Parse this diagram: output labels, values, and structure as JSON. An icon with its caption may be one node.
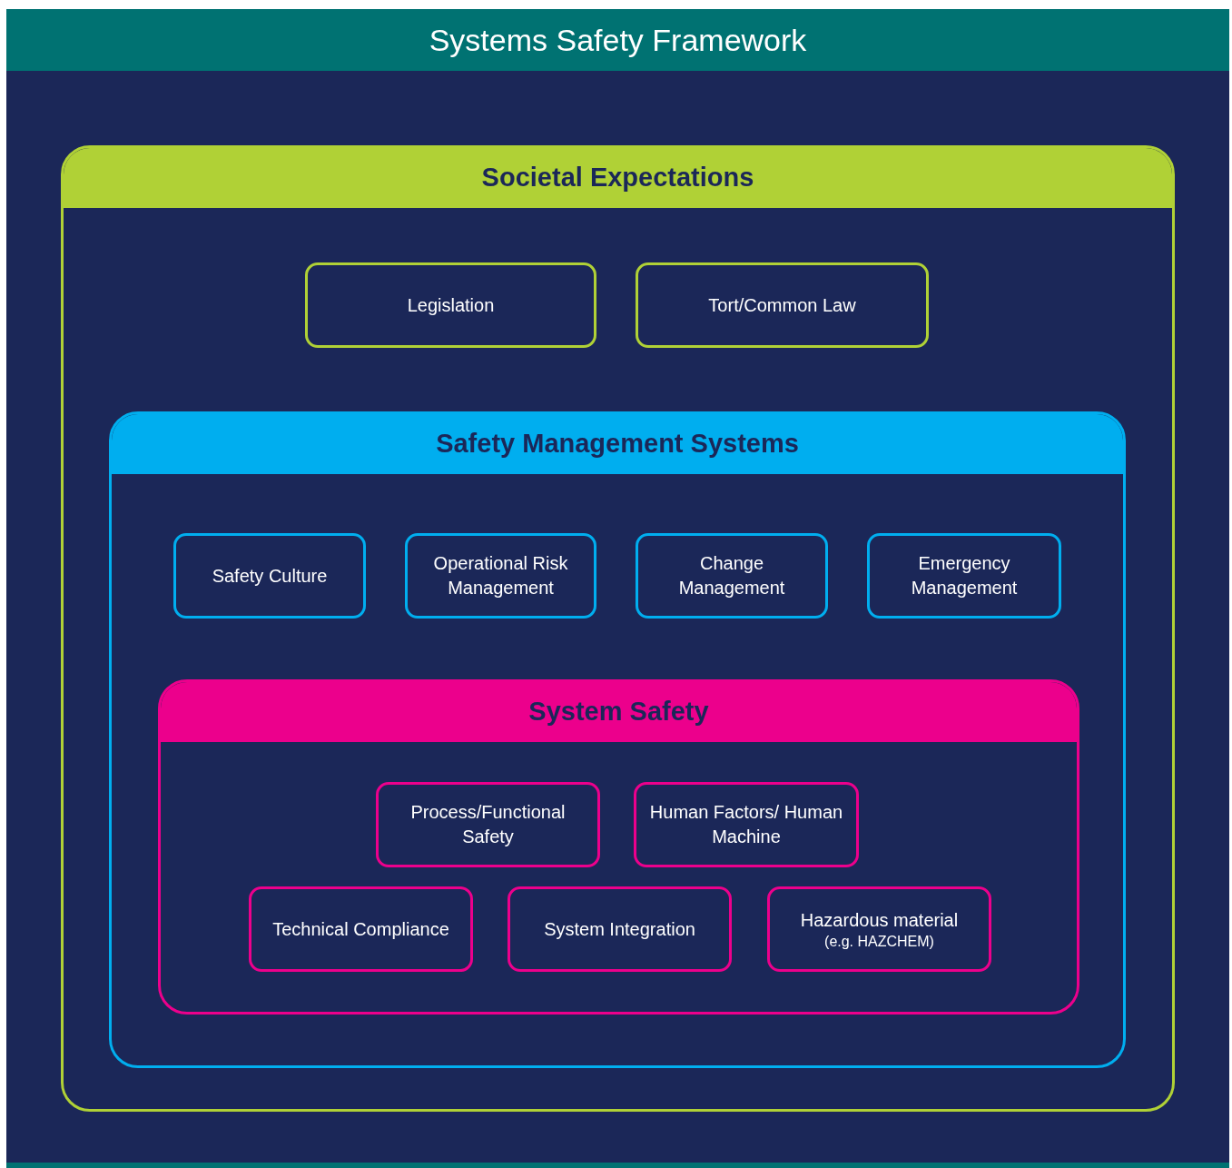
{
  "diagram": {
    "title": "Systems Safety Framework",
    "nodes": [
      {
        "text": [
          "Societal Expectations"
        ]
      },
      {
        "text": [
          "Legislation"
        ],
        "in": 0
      },
      {
        "text": [
          "Tort/Common Law"
        ],
        "in": 0
      },
      {
        "text": [
          "Safety Management Systems"
        ],
        "in": 0
      },
      {
        "text": [
          "Safety Culture"
        ],
        "in": 3
      },
      {
        "text": [
          "Operational Risk Management"
        ],
        "in": 3
      },
      {
        "text": [
          "Change Management"
        ],
        "in": 3
      },
      {
        "text": [
          "Emergency Management"
        ],
        "in": 3
      },
      {
        "text": [
          "System Safety"
        ],
        "in": 3
      },
      {
        "text": [
          "Process/Functional Safety"
        ],
        "in": 8
      },
      {
        "text": [
          "Human Factors/ Human Machine"
        ],
        "in": 8
      },
      {
        "text": [
          "Technical Compliance"
        ],
        "in": 8
      },
      {
        "text": [
          "System Integration"
        ],
        "in": 8
      },
      {
        "text": [
          "Hazardous material",
          "(e.g. HAZCHEM)"
        ],
        "in": 8
      }
    ]
  }
}
